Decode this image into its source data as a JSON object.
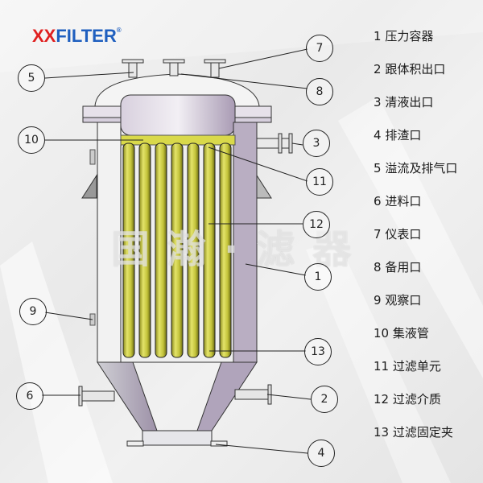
{
  "logo": {
    "prefix": "XX",
    "suffix": "FILTER",
    "registered": "®",
    "prefix_color": "#e02020",
    "suffix_color": "#1f5fbf"
  },
  "watermark": "国瀚·滤器",
  "callouts": [
    {
      "id": "c5",
      "label": "5"
    },
    {
      "id": "c7",
      "label": "7"
    },
    {
      "id": "c8",
      "label": "8"
    },
    {
      "id": "c10",
      "label": "10"
    },
    {
      "id": "c3",
      "label": "3"
    },
    {
      "id": "c11",
      "label": "11"
    },
    {
      "id": "c12",
      "label": "12"
    },
    {
      "id": "c1",
      "label": "1"
    },
    {
      "id": "c9",
      "label": "9"
    },
    {
      "id": "c13",
      "label": "13"
    },
    {
      "id": "c6",
      "label": "6"
    },
    {
      "id": "c2",
      "label": "2"
    },
    {
      "id": "c4",
      "label": "4"
    }
  ],
  "legend": [
    {
      "num": "1",
      "text": "压力容器"
    },
    {
      "num": "2",
      "text": "跟体积出口"
    },
    {
      "num": "3",
      "text": "清液出口"
    },
    {
      "num": "4",
      "text": "排渣口"
    },
    {
      "num": "5",
      "text": "溢流及排气口"
    },
    {
      "num": "6",
      "text": "进料口"
    },
    {
      "num": "7",
      "text": "仪表口"
    },
    {
      "num": "8",
      "text": "备用口"
    },
    {
      "num": "9",
      "text": "观察口"
    },
    {
      "num": "10",
      "text": "集液管"
    },
    {
      "num": "11",
      "text": "过滤单元"
    },
    {
      "num": "12",
      "text": "过滤介质"
    },
    {
      "num": "13",
      "text": "过滤固定夹"
    }
  ],
  "colors": {
    "vessel": "#b9aec2",
    "filter_element": "#c9c93a",
    "line": "#222222"
  }
}
